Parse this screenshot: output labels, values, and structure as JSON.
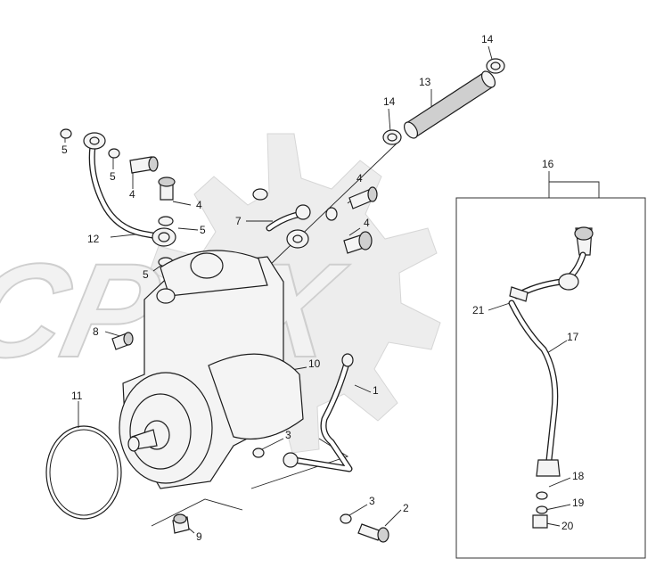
{
  "watermark": {
    "text": "CPEX"
  },
  "callouts": [
    {
      "id": "c14a",
      "text": "14"
    },
    {
      "id": "c13",
      "text": "13"
    },
    {
      "id": "c14b",
      "text": "14"
    },
    {
      "id": "c16",
      "text": "16"
    },
    {
      "id": "c5a",
      "text": "5"
    },
    {
      "id": "c5b",
      "text": "5"
    },
    {
      "id": "c4a",
      "text": "4"
    },
    {
      "id": "c4b",
      "text": "4"
    },
    {
      "id": "c5c",
      "text": "5"
    },
    {
      "id": "c12",
      "text": "12"
    },
    {
      "id": "c5d",
      "text": "5"
    },
    {
      "id": "c7",
      "text": "7"
    },
    {
      "id": "c4c",
      "text": "4"
    },
    {
      "id": "c4d",
      "text": "4"
    },
    {
      "id": "c21",
      "text": "21"
    },
    {
      "id": "c17",
      "text": "17"
    },
    {
      "id": "c8",
      "text": "8"
    },
    {
      "id": "c10",
      "text": "10"
    },
    {
      "id": "c1",
      "text": "1"
    },
    {
      "id": "c11",
      "text": "11"
    },
    {
      "id": "c3a",
      "text": "3"
    },
    {
      "id": "c18",
      "text": "18"
    },
    {
      "id": "c19",
      "text": "19"
    },
    {
      "id": "c20",
      "text": "20"
    },
    {
      "id": "c3b",
      "text": "3"
    },
    {
      "id": "c2",
      "text": "2"
    },
    {
      "id": "c9",
      "text": "9"
    }
  ]
}
